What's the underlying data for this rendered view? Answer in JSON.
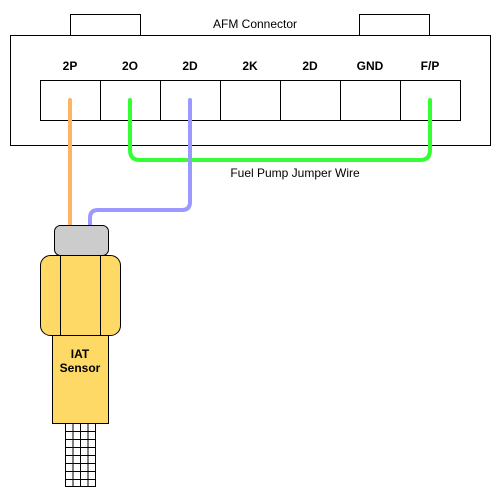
{
  "connector": {
    "title": "AFM Connector",
    "pins": [
      "2P",
      "2O",
      "2D",
      "2K",
      "2D",
      "GND",
      "F/P"
    ]
  },
  "jumper": {
    "label": "Fuel Pump Jumper Wire"
  },
  "sensor": {
    "label_line1": "IAT",
    "label_line2": "Sensor"
  },
  "colors": {
    "orange_wire": "#FFB366",
    "blue_wire": "#9999FF",
    "green_wire": "#33FF33",
    "sensor_body": "#FFD966",
    "sensor_cap": "#CCCCCC",
    "outline": "#000000"
  }
}
